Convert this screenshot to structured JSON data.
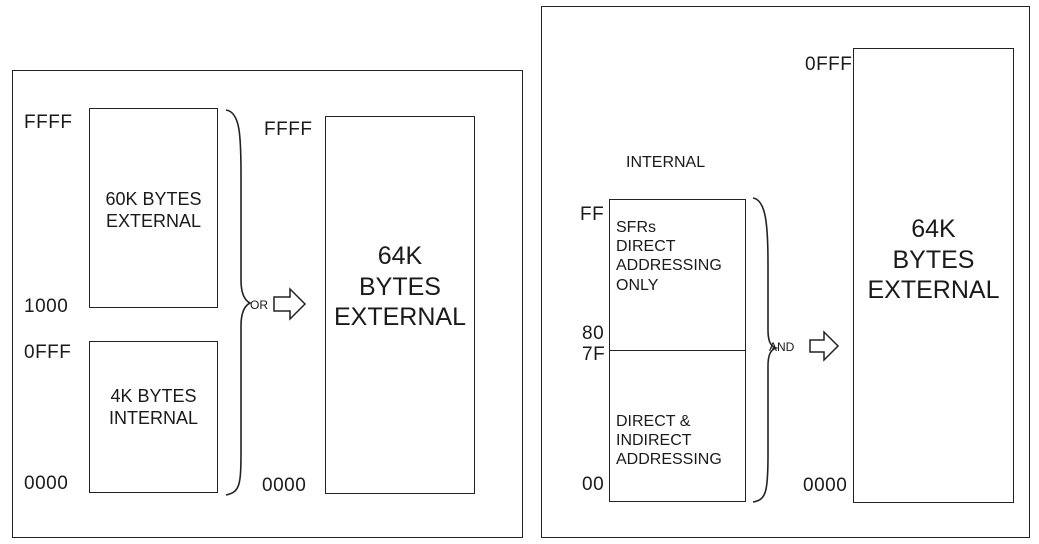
{
  "left_diagram": {
    "addresses": {
      "top": "FFFF",
      "upper_lower": "1000",
      "lower_top": "0FFF",
      "bottom": "0000",
      "result_top": "FFFF",
      "result_bottom": "0000"
    },
    "external_block": {
      "line1": "60K BYTES",
      "line2": "EXTERNAL"
    },
    "internal_block": {
      "line1": "4K BYTES",
      "line2": "INTERNAL"
    },
    "connector_label": "OR",
    "result_block": {
      "line1": "64K",
      "line2": "BYTES",
      "line3": "EXTERNAL"
    }
  },
  "right_diagram": {
    "internal_title": "INTERNAL",
    "addresses": {
      "top": "FF",
      "upper_bottom": "80",
      "lower_top": "7F",
      "bottom": "00",
      "result_top": "0FFF",
      "result_bottom": "0000"
    },
    "upper_block": {
      "line1": "SFRs",
      "line2": "DIRECT",
      "line3": "ADDRESSING",
      "line4": "ONLY"
    },
    "lower_block": {
      "line1": "DIRECT &",
      "line2": "INDIRECT",
      "line3": "ADDRESSING"
    },
    "connector_label": "AND",
    "result_block": {
      "line1": "64K",
      "line2": "BYTES",
      "line3": "EXTERNAL"
    }
  }
}
